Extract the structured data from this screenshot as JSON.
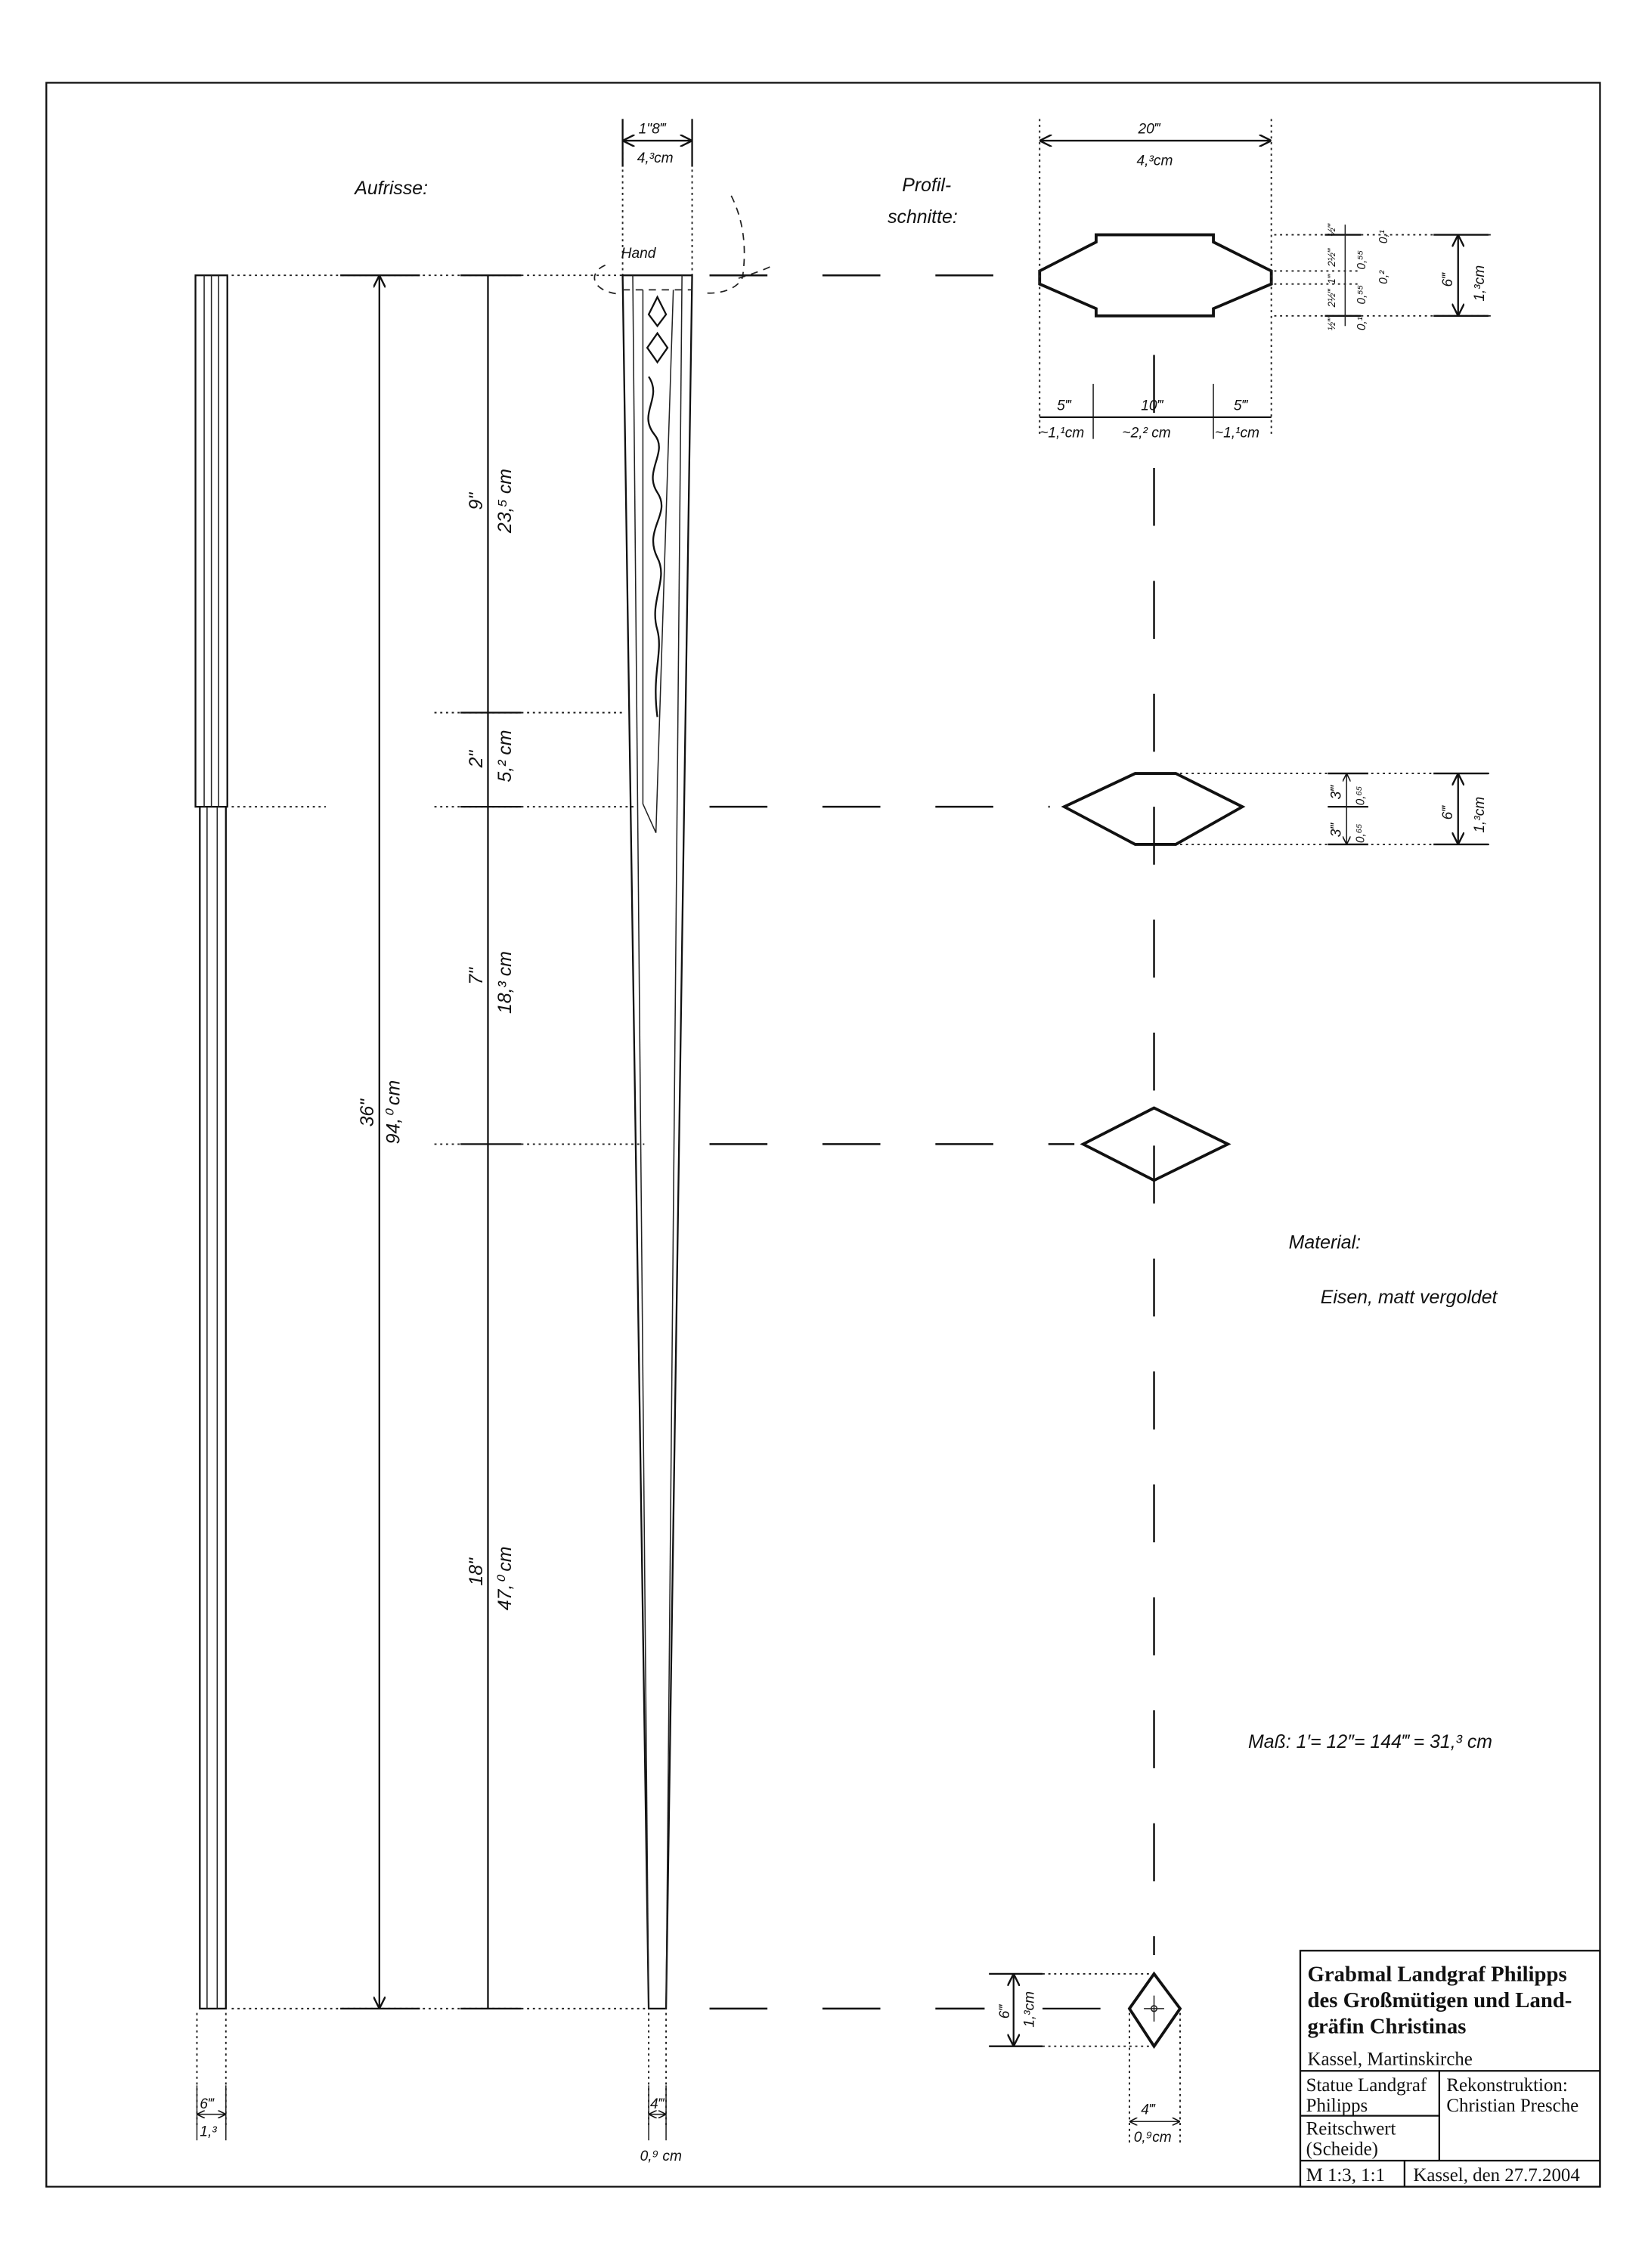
{
  "labels": {
    "aufrisse": "Aufrisse:",
    "profil_line1": "Profil-",
    "profil_line2": "schnitte:",
    "hand": "Hand"
  },
  "elevation_dims": {
    "top_width_inch": "1\"8‴",
    "top_width_cm": "4,³cm",
    "total_inch": "36\"",
    "total_cm": "94,⁰ cm",
    "segments": [
      {
        "inch": "9\"",
        "cm": "23,⁵ cm"
      },
      {
        "inch": "2\"",
        "cm": "5,² cm"
      },
      {
        "inch": "7\"",
        "cm": "18,³ cm"
      },
      {
        "inch": "18\"",
        "cm": "47,⁰ cm"
      }
    ],
    "side_bottom_inch": "6‴",
    "side_bottom_cm": "1,³",
    "front_bottom_inch": "4‴",
    "front_bottom_cm": "0,⁹ cm"
  },
  "profile1": {
    "width_inch": "20‴",
    "width_cm": "4,³cm",
    "parts": [
      {
        "inch": "5‴",
        "cm": "~1,¹cm"
      },
      {
        "inch": "10‴",
        "cm": "~2,² cm"
      },
      {
        "inch": "5‴",
        "cm": "~1,¹cm"
      }
    ],
    "stack_inch": [
      "½‴",
      "2½‴",
      "1‴",
      "2½‴",
      "½‴"
    ],
    "stack_cm": [
      "0,¹",
      "0,⁵⁵",
      "0,²",
      "0,⁵⁵",
      "0,¹"
    ],
    "height_inch": "6‴",
    "height_cm": "1,³cm"
  },
  "profile2": {
    "halves_inch": [
      "3‴",
      "3‴"
    ],
    "halves_cm": [
      "0,⁶⁵",
      "0,⁶⁵"
    ],
    "height_inch": "6‴",
    "height_cm": "1,³cm"
  },
  "profile4": {
    "height_inch": "6‴",
    "height_cm": "1,³cm",
    "width_inch": "4‴",
    "width_cm": "0,⁹cm"
  },
  "material": {
    "heading": "Material:",
    "value": "Eisen, matt vergoldet"
  },
  "scale_note": "Maß: 1′= 12″= 144‴ = 31,³ cm",
  "title_block": {
    "title_lines": [
      "Grabmal Landgraf Philipps",
      "des Großmütigen und Land-",
      "gräfin Christinas"
    ],
    "location": "Kassel, Martinskirche",
    "object_lines": [
      "Statue Landgraf",
      "Philipps"
    ],
    "item_lines": [
      "Reitschwert",
      "(Scheide)"
    ],
    "author_lines": [
      "Rekonstruktion:",
      "Christian Presche"
    ],
    "scale": "M 1:3, 1:1",
    "date": "Kassel, den 27.7.2004"
  }
}
